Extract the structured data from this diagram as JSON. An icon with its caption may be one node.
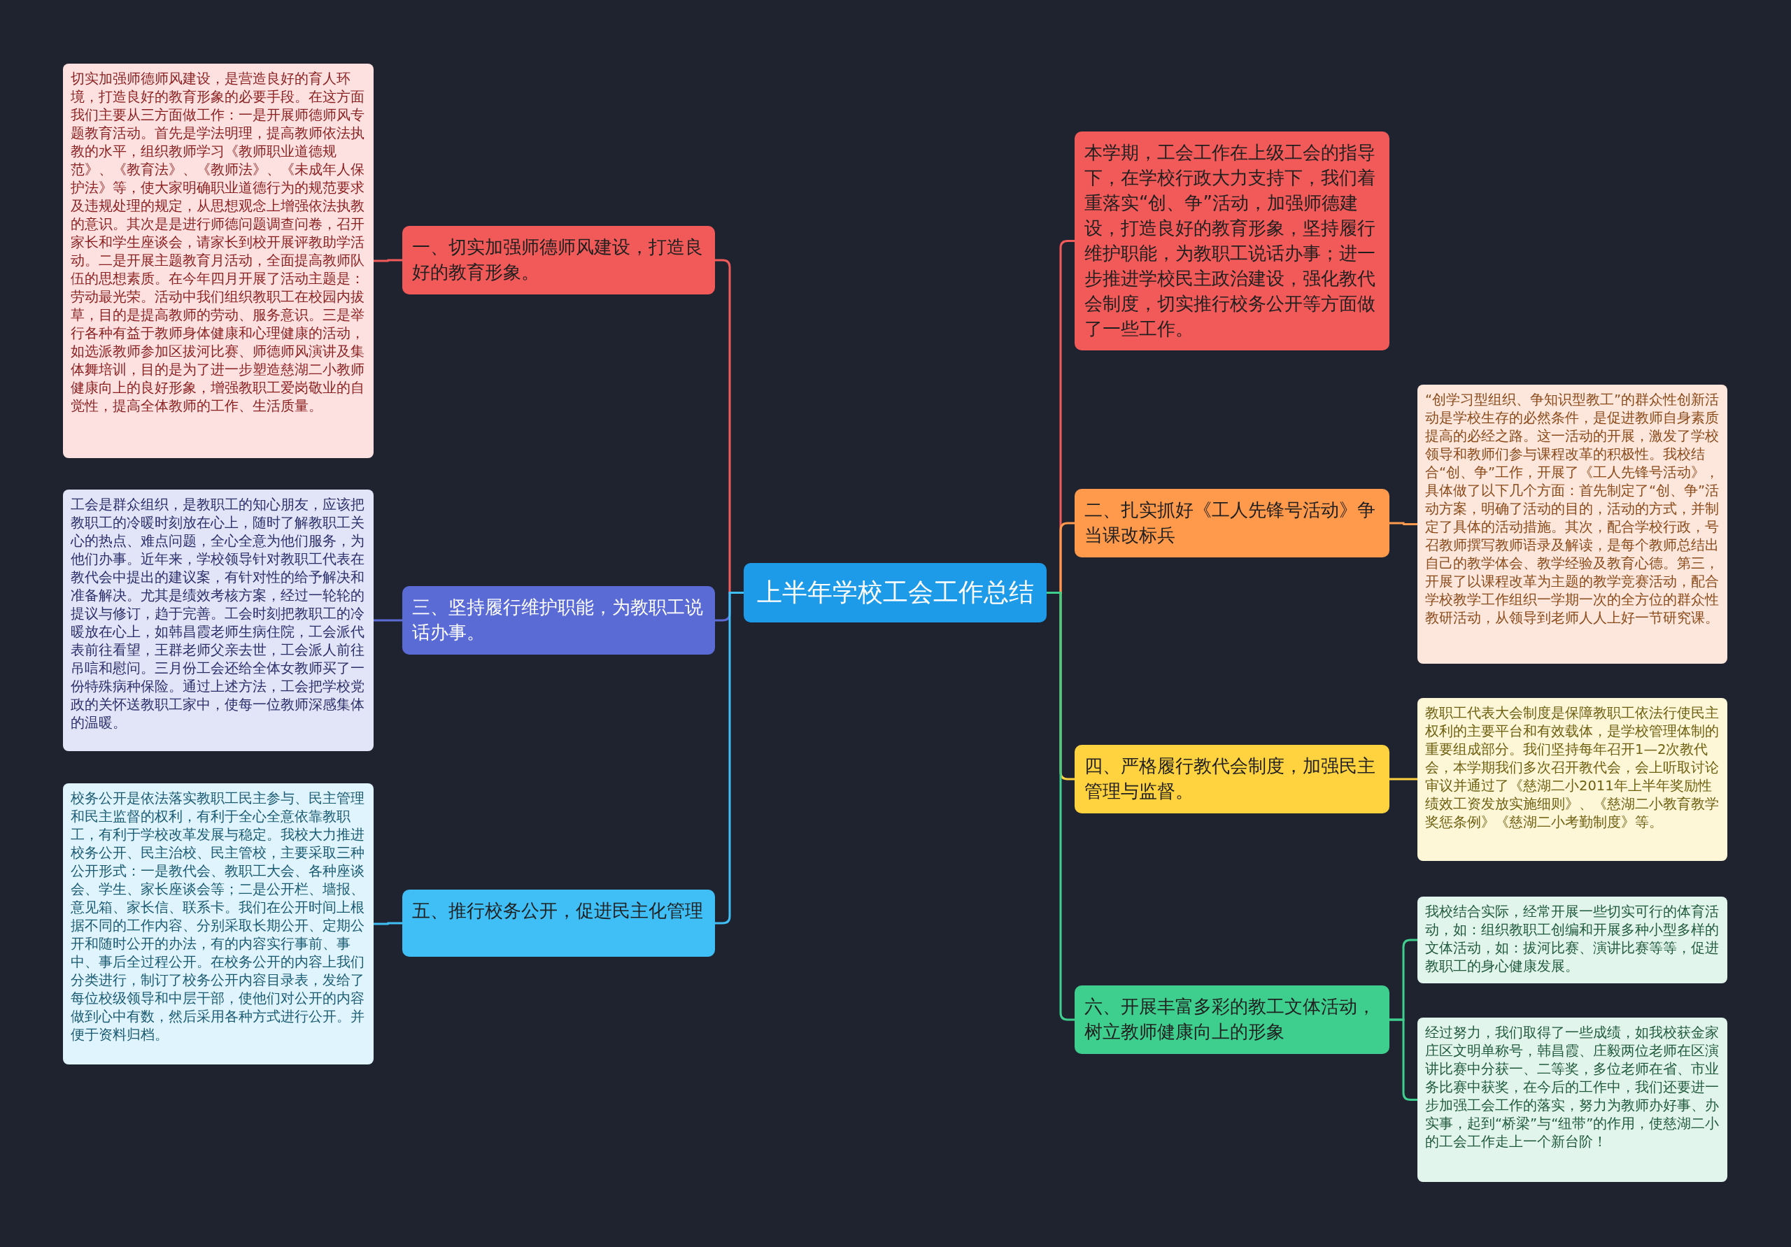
{
  "diagram": {
    "nodes": [
      {
        "text": [
          "上半年学校工会工作总结"
        ]
      },
      {
        "text": [
          "本学期，工会工作在上级工会的指导下，在学校行政大力支持下，我们着重落实“创、争”活动，加强师德建设，打造良好的教育形象，坚持履行维护职能，为教职工说话办事；进一步推进学校民主政治建设，强化教代会制度，切实推行校务公开等方面做了一些工作。"
        ]
      },
      {
        "text": [
          "二、扎实抓好《工人先锋号活动》争当课改标兵"
        ]
      },
      {
        "text": [
          "“创学习型组织、争知识型教工”的群众性创新活动是学校生存的必然条件，是促进教师自身素质提高的必经之路。这一活动的开展，激发了学校领导和教师们参与课程改革的积极性。我校结合“创、争”工作，开展了《工人先锋号活动》，具体做了以下几个方面：首先制定了“创、争”活动方案，明确了活动的目的，活动的方式，并制定了具体的活动措施。其次，配合学校行政，号召教师撰写教师语录及解读，是每个教师总结出自己的教学体会、教学经验及教育心德。第三，开展了以课程改革为主题的教学竞赛活动，配合学校教学工作组织一学期一次的全方位的群众性教研活动，从领导到老师人人上好一节研究课。"
        ]
      },
      {
        "text": [
          "四、严格履行教代会制度，加强民主管理与监督。"
        ]
      },
      {
        "text": [
          "教职工代表大会制度是保障教职工依法行使民主权利的主要平台和有效载体，是学校管理体制的重要组成部分。我们坚持每年召开1—2次教代会，本学期我们多次召开教代会，会上听取讨论审议并通过了《慈湖二小2011年上半年奖励性绩效工资发放实施细则》、《慈湖二小教育教学奖惩条例》《慈湖二小考勤制度》等。"
        ]
      },
      {
        "text": [
          "六、开展丰富多彩的教工文体活动，树立教师健康向上的形象"
        ]
      },
      {
        "text": [
          "我校结合实际，经常开展一些切实可行的体育活动，如：组织教职工创编和开展多种小型多样的文体活动，如：拔河比赛、演讲比赛等等，促进教职工的身心健康发展。"
        ]
      },
      {
        "text": [
          "经过努力，我们取得了一些成绩，如我校获金家庄区文明单称号，韩昌霞、庄毅两位老师在区演讲比赛中分获一、二等奖，多位老师在省、市业务比赛中获奖，在今后的工作中，我们还要进一步加强工会工作的落实，努力为教师办好事、办实事，起到“桥梁”与“纽带”的作用，使慈湖二小的工会工作走上一个新台阶！"
        ]
      },
      {
        "text": [
          "一、切实加强师德师风建设，打造良好的教育形象。"
        ]
      },
      {
        "text": [
          "切实加强师德师风建设，是营造良好的育人环境，打造良好的教育形象的必要手段。在这方面我们主要从三方面做工作：一是开展师德师风专题教育活动。首先是学法明理，提高教师依法执教的水平，组织教师学习《教师职业道德规范》、《教育法》、《教师法》、《未成年人保护法》等，使大家明确职业道德行为的规范要求及违规处理的规定，从思想观念上增强依法执教的意识。其次是是进行师德问题调查问卷，召开家长和学生座谈会，请家长到校开展评教助学活动。二是开展主题教育月活动，全面提高教师队伍的思想素质。在今年四月开展了活动主题是：劳动最光荣。活动中我们组织教职工在校园内拔草，目的是提高教师的劳动、服务意识。三是举行各种有益于教师身体健康和心理健康的活动，如选派教师参加区拔河比赛、师德师风演讲及集体舞培训，目的是为了进一步塑造慈湖二小教师健康向上的良好形象，增强教职工爱岗敬业的自觉性，提高全体教师的工作、生活质量。"
        ]
      },
      {
        "text": [
          "三、坚持履行维护职能，为教职工说话办事。"
        ]
      },
      {
        "text": [
          "工会是群众组织，是教职工的知心朋友，应该把教职工的冷暖时刻放在心上，随时了解教职工关心的热点、难点问题，全心全意为他们服务，为他们办事。近年来，学校领导针对教职工代表在教代会中提出的建议案，有针对性的给予解决和准备解决。尤其是绩效考核方案，经过一轮轮的提议与修订，趋于完善。工会时刻把教职工的冷暖放在心上，如韩昌霞老师生病住院，工会派代表前往看望，王群老师父亲去世，工会派人前往吊唁和慰问。三月份工会还给全体女教师买了一份特殊病种保险。通过上述方法，工会把学校党政的关怀送教职工家中，使每一位教师深感集体的温暖。"
        ]
      },
      {
        "text": [
          "五、推行校务公开，促进民主化管理"
        ]
      },
      {
        "text": [
          "校务公开是依法落实教职工民主参与、民主管理和民主监督的权利，有利于全心全意依靠教职工，有利于学校改革发展与稳定。我校大力推进校务公开、民主治校、民主管校，主要采取三种公开形式：一是教代会、教职工大会、各种座谈会、学生、家长座谈会等；二是公开栏、墙报、意见箱、家长信、联系卡。我们在公开时间上根据不同的工作内容、分别采取长期公开、定期公开和随时公开的办法，有的内容实行事前、事中、事后全过程公开。在校务公开的内容上我们分类进行，制订了校务公开内容目录表，发给了每位校级领导和中层干部，使他们对公开的内容做到心中有数，然后采用各种方式进行公开。并便于资料归档。"
        ]
      }
    ],
    "edges": [
      {
        "from": 0,
        "to": 1,
        "arrow": "none",
        "color": "#f25a5a"
      },
      {
        "from": 0,
        "to": 2,
        "arrow": "none",
        "color": "#ff9a4d"
      },
      {
        "from": 2,
        "to": 3,
        "arrow": "none",
        "color": "#ff9a4d"
      },
      {
        "from": 0,
        "to": 4,
        "arrow": "none",
        "color": "#ffd23f"
      },
      {
        "from": 4,
        "to": 5,
        "arrow": "none",
        "color": "#ffd23f"
      },
      {
        "from": 0,
        "to": 6,
        "arrow": "none",
        "color": "#3ecf8e"
      },
      {
        "from": 6,
        "to": 7,
        "arrow": "none",
        "color": "#3ecf8e"
      },
      {
        "from": 6,
        "to": 8,
        "arrow": "none",
        "color": "#3ecf8e"
      },
      {
        "from": 0,
        "to": 9,
        "arrow": "none",
        "color": "#f25a5a"
      },
      {
        "from": 9,
        "to": 10,
        "arrow": "none",
        "color": "#f25a5a"
      },
      {
        "from": 0,
        "to": 11,
        "arrow": "none",
        "color": "#5a6bd6"
      },
      {
        "from": 11,
        "to": 12,
        "arrow": "none",
        "color": "#5a6bd6"
      },
      {
        "from": 0,
        "to": 13,
        "arrow": "none",
        "color": "#3fbff5"
      },
      {
        "from": 13,
        "to": 14,
        "arrow": "none",
        "color": "#3fbff5"
      }
    ]
  }
}
